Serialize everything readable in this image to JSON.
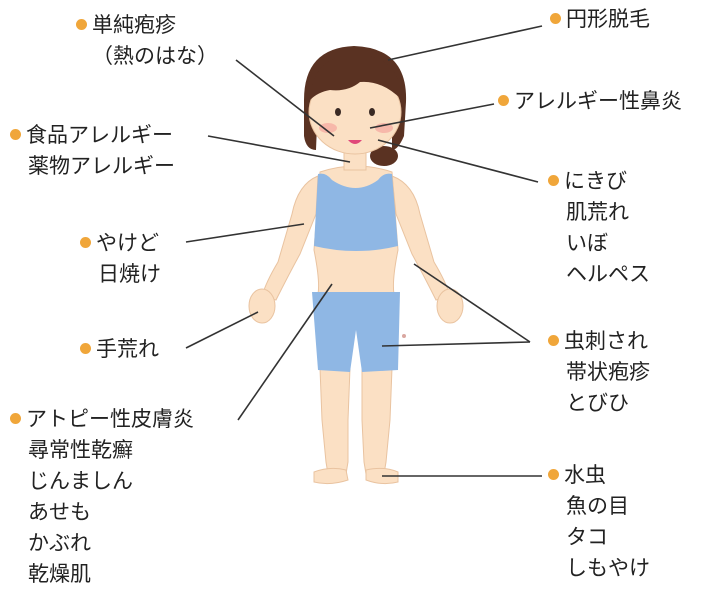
{
  "colors": {
    "bullet": "#f0a63a",
    "leader_line": "#333333",
    "text": "#222222",
    "skin": "#fbe0c4",
    "skin_outline": "#e9c3a0",
    "hair": "#5a3222",
    "clothing": "#8fb7e4",
    "blush": "#f5a7a0",
    "lips": "#e0487a"
  },
  "labels": {
    "herpes_simplex": [
      "単純疱疹",
      "（熱のはな）"
    ],
    "alopecia": [
      "円形脱毛"
    ],
    "allergic_rhinitis": [
      "アレルギー性鼻炎"
    ],
    "food_drug_allergy": [
      "食品アレルギー",
      "薬物アレルギー"
    ],
    "acne_group": [
      "にきび",
      "肌荒れ",
      "いぼ",
      "ヘルペス"
    ],
    "burn_sunburn": [
      "やけど",
      "日焼け"
    ],
    "hand_eczema": [
      "手荒れ"
    ],
    "insect_bite_group": [
      "虫刺され",
      "帯状疱疹",
      "とびひ"
    ],
    "atopic_group": [
      "アトピー性皮膚炎",
      "尋常性乾癬",
      "じんましん",
      "あせも",
      "かぶれ",
      "乾燥肌"
    ],
    "foot_group": [
      "水虫",
      "魚の目",
      "タコ",
      "しもやけ"
    ]
  }
}
